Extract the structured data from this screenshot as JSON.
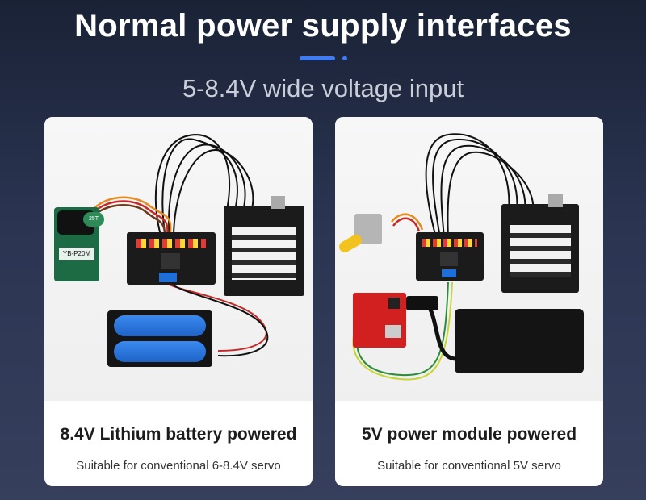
{
  "header": {
    "title": "Normal power supply interfaces",
    "subtitle": "5-8.4V wide voltage input"
  },
  "cards": [
    {
      "title": "8.4V Lithium battery powered",
      "description": "Suitable for conventional 6-8.4V servo",
      "servo_label": "YB-P20M",
      "servo_arm_label": "25T"
    },
    {
      "title": "5V power module powered",
      "description": "Suitable for conventional 5V servo"
    }
  ],
  "colors": {
    "accent": "#3f7cf2",
    "board": "#1b1b1b",
    "battery": "#1e63c8",
    "servo": "#1d6b45",
    "power_module": "#d21f1f"
  }
}
